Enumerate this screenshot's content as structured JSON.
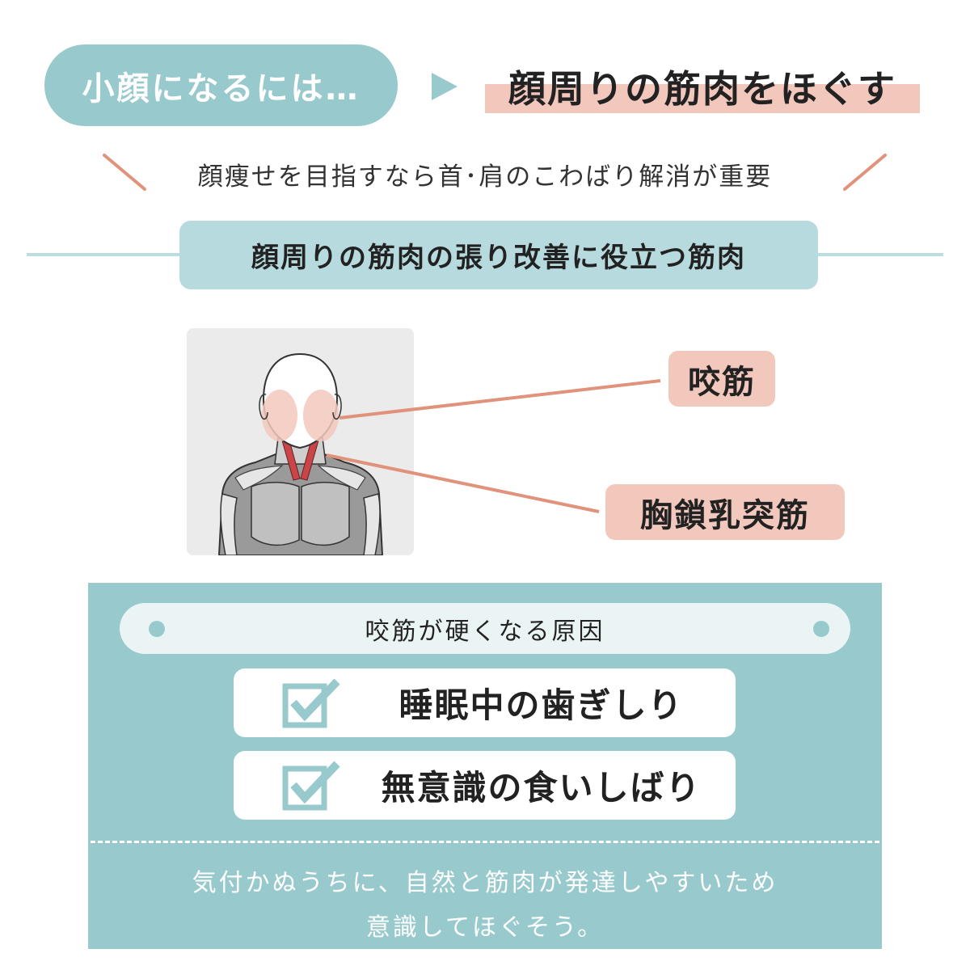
{
  "header": {
    "lead": "小顔になるには…",
    "title": "顔周りの筋肉をほぐす"
  },
  "subtitle": "顔痩せを目指すなら首･肩のこわばり解消が重要",
  "section": {
    "title": "顔周りの筋肉の張り改善に役立つ筋肉"
  },
  "muscles": [
    {
      "label": "咬筋"
    },
    {
      "label": "胸鎖乳突筋"
    }
  ],
  "causes": {
    "title": "咬筋が硬くなる原因",
    "items": [
      {
        "label": "睡眠中の歯ぎしり"
      },
      {
        "label": "無意識の食いしばり"
      }
    ],
    "note_line1": "気付かぬうちに、自然と筋肉が発達しやすいため",
    "note_line2": "意識してほぐそう。"
  },
  "colors": {
    "teal": "#98cacd",
    "light_teal": "#b7dadf",
    "pale_teal": "#eaf4f4",
    "salmon": "#f2c8bd",
    "line_salmon": "#e0927a",
    "muscle_red": "#c8464a"
  },
  "icons": [
    "play-triangle-icon",
    "checkbox-checked-icon"
  ]
}
